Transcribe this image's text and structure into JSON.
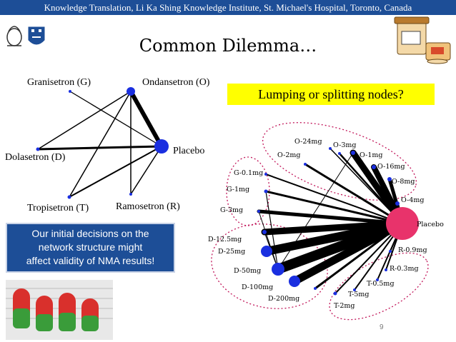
{
  "header": {
    "text": "Knowledge Translation, Li Ka Shing Knowledge Institute, St. Michael's Hospital, Toronto, Canada",
    "bg_color": "#1d4e97"
  },
  "title": "Common Dilemma…",
  "callout": {
    "text": "Lumping or splitting nodes?",
    "bg_color": "#ffff00"
  },
  "note": {
    "lines": [
      "Our initial decisions on the",
      "network structure might",
      "affect validity of NMA results!"
    ]
  },
  "left_network": {
    "nodes": [
      "Granisetron (G)",
      "Ondansetron (O)",
      "Placebo",
      "Dolasetron (D)",
      "Tropisetron (T)",
      "Ramosetron (R)"
    ]
  },
  "right_network": {
    "nodes": [
      "O-24mg",
      "O-3mg",
      "O-2mg",
      "O-1mg",
      "O-16mg",
      "O-8mg",
      "O-4mg",
      "Placebo",
      "G-0.1mg",
      "G-1mg",
      "G-3mg",
      "D-12.5mg",
      "D-25mg",
      "D-50mg",
      "D-100mg",
      "D-200mg",
      "R-0.9mg",
      "R-0.3mg",
      "T-0.5mg",
      "T-5mg",
      "T-2mg"
    ],
    "placebo_color": "#e8336b",
    "node_color": "#1a2fe0",
    "group_outline_color": "#c2185b"
  },
  "page_number": "9",
  "images": [
    "university-crest-logos",
    "medicine-jars-illustration",
    "pill-characters-illustration"
  ]
}
